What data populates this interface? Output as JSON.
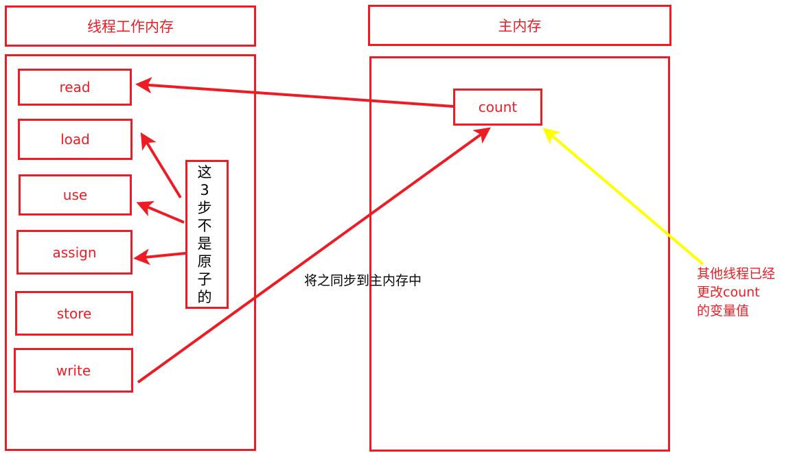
{
  "colors": {
    "border": "#ed1c24",
    "label": "#ed1c24",
    "annotation_text": "#000000",
    "other_thread_arrow": "#ffff00",
    "sync_arrow": "#ed1c24"
  },
  "left_panel": {
    "header": "线程工作内存",
    "operations": [
      {
        "id": "read",
        "label": "read"
      },
      {
        "id": "load",
        "label": "load"
      },
      {
        "id": "use",
        "label": "use"
      },
      {
        "id": "assign",
        "label": "assign"
      },
      {
        "id": "store",
        "label": "store"
      },
      {
        "id": "write",
        "label": "write"
      }
    ],
    "non_atomic_note": "这\n3\n步\n不\n是\n原\n子\n的"
  },
  "right_panel": {
    "header": "主内存",
    "variable": "count"
  },
  "annotations": {
    "sync_label": "将之同步到主内存中",
    "other_thread_note_lines": [
      "其他线程已经",
      "更改count",
      "的变量值"
    ]
  },
  "arrows": [
    {
      "from": "count",
      "to": "read",
      "color": "red"
    },
    {
      "from": "non_atomic_note",
      "to": "load",
      "color": "red"
    },
    {
      "from": "non_atomic_note",
      "to": "use",
      "color": "red"
    },
    {
      "from": "non_atomic_note",
      "to": "assign",
      "color": "red"
    },
    {
      "from": "write",
      "to": "count",
      "color": "red"
    },
    {
      "from": "other_thread_note",
      "to": "count",
      "color": "yellow"
    }
  ]
}
